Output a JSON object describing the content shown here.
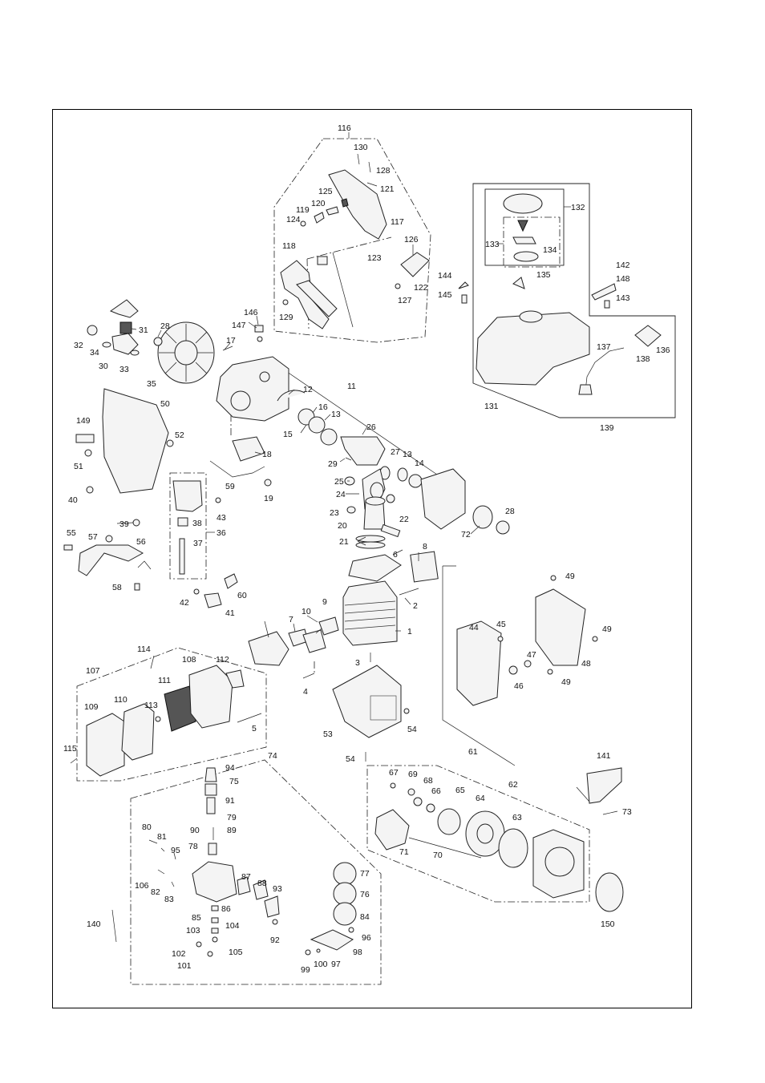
{
  "labels": {
    "p116": "116",
    "p130": "130",
    "p128": "128",
    "p121": "121",
    "p125": "125",
    "p120": "120",
    "p119": "119",
    "p124": "124",
    "p117": "117",
    "p118": "118",
    "p123": "123",
    "p126": "126",
    "p122": "122",
    "p127": "127",
    "p129": "129",
    "p132": "132",
    "p133": "133",
    "p134": "134",
    "p135": "135",
    "p144": "144",
    "p145": "145",
    "p142": "142",
    "p148": "148",
    "p143": "143",
    "p136": "136",
    "p137": "137",
    "p138": "138",
    "p131": "131",
    "p139": "139",
    "p146": "146",
    "p147": "147",
    "p28a": "28",
    "p31": "31",
    "p32": "32",
    "p34": "34",
    "p30": "30",
    "p33": "33",
    "p35": "35",
    "p17": "17",
    "p11": "11",
    "p12": "12",
    "p16": "16",
    "p13a": "13",
    "p15": "15",
    "p26": "26",
    "p50": "50",
    "p149": "149",
    "p52": "52",
    "p51": "51",
    "p18": "18",
    "p29": "29",
    "p27": "27",
    "p13b": "13",
    "p14": "14",
    "p25": "25",
    "p24": "24",
    "p59": "59",
    "p19": "19",
    "p40": "40",
    "p43": "43",
    "p23": "23",
    "p28b": "28",
    "p22": "22",
    "p20": "20",
    "p38": "38",
    "p36": "36",
    "p37": "37",
    "p39": "39",
    "p72": "72",
    "p21": "21",
    "p55": "55",
    "p57": "57",
    "p56": "56",
    "p8": "8",
    "p6": "6",
    "p58": "58",
    "p42": "42",
    "p60": "60",
    "p41": "41",
    "p49a": "49",
    "p2": "2",
    "p9": "9",
    "p10": "10",
    "p7": "7",
    "p1": "1",
    "p45": "45",
    "p44": "44",
    "p49b": "49",
    "p114": "114",
    "p107": "107",
    "p108": "108",
    "p112": "112",
    "p3": "3",
    "p47": "47",
    "p48": "48",
    "p46": "46",
    "p49c": "49",
    "p111": "111",
    "p4": "4",
    "p109": "109",
    "p110": "110",
    "p113": "113",
    "p53": "53",
    "p54a": "54",
    "p5": "5",
    "p115": "115",
    "p61": "61",
    "p74": "74",
    "p54b": "54",
    "p141": "141",
    "p94": "94",
    "p67": "67",
    "p69": "69",
    "p75": "75",
    "p68": "68",
    "p66": "66",
    "p65": "65",
    "p64": "64",
    "p62": "62",
    "p91": "91",
    "p73": "73",
    "p79": "79",
    "p63": "63",
    "p80": "80",
    "p90": "90",
    "p89": "89",
    "p81": "81",
    "p71": "71",
    "p70": "70",
    "p78": "78",
    "p95": "95",
    "p77": "77",
    "p106": "106",
    "p82": "82",
    "p87": "87",
    "p88": "88",
    "p93": "93",
    "p83": "83",
    "p76": "76",
    "p86": "86",
    "p85": "85",
    "p104": "104",
    "p84": "84",
    "p140": "140",
    "p150": "150",
    "p103": "103",
    "p92": "92",
    "p96": "96",
    "p102": "102",
    "p105": "105",
    "p98": "98",
    "p101": "101",
    "p99": "99",
    "p100": "100",
    "p97": "97"
  }
}
